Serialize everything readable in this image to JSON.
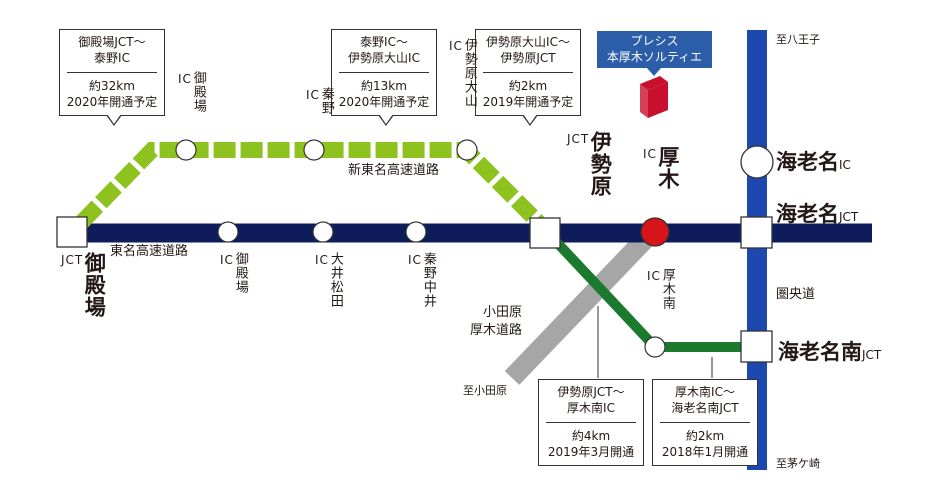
{
  "colors": {
    "tomei": "#0f1c5c",
    "shintomei": "#8dc21f",
    "ken_o_do": "#1c48b0",
    "odawara_atsugi": "#a6a6a6",
    "connector": "#1b7a2e",
    "atsugi_ic": "#d7141a",
    "badge": "#2b5da8",
    "building": "#c8102e"
  },
  "roads": {
    "tomei": "東名高速道路",
    "shintomei": "新東名高速道路",
    "ken_o_do": "圏央道",
    "odawara": [
      "小田原",
      "厚木道路"
    ]
  },
  "directions": {
    "hachioji": "至八王子",
    "chigasaki": "至茅ケ崎",
    "odawara": "至小田原"
  },
  "stations": {
    "gotemba_ic": {
      "name": "御殿場",
      "suffix": "IC"
    },
    "hadano_ic": {
      "name": "秦野",
      "suffix": "IC"
    },
    "isehara_oyama_ic": {
      "name": "伊勢原大山",
      "suffix": "IC"
    },
    "gotemba_jct": {
      "name": "御殿場",
      "suffix": "JCT"
    },
    "gotemba_ic2": {
      "name": "御殿場",
      "suffix": "IC"
    },
    "oimatsuda_ic": {
      "name": "大井松田",
      "suffix": "IC"
    },
    "hadano_nakai_ic": {
      "name": "秦野中井",
      "suffix": "IC"
    },
    "isehara_jct": {
      "name": "伊勢原",
      "suffix": "JCT"
    },
    "atsugi_ic": {
      "name": "厚木",
      "suffix": "IC"
    },
    "atsugi_minami_ic": {
      "name": "厚木南",
      "suffix": "IC"
    },
    "ebina_ic": {
      "name": "海老名",
      "suffix": "IC"
    },
    "ebina_jct": {
      "name": "海老名",
      "suffix": "JCT"
    },
    "ebina_minami_jct": {
      "name": "海老名南",
      "suffix": "JCT"
    }
  },
  "callouts": [
    {
      "section": "御殿場JCT～\n泰野IC",
      "detail": "約32km\n2020年開通予定"
    },
    {
      "section": "泰野IC～\n伊勢原大山IC",
      "detail": "約13km\n2020年開通予定"
    },
    {
      "section": "伊勢原大山IC～\n伊勢原JCT",
      "detail": "約2km\n2019年開通予定"
    },
    {
      "section": "伊勢原JCT～\n厚木南IC",
      "detail": "約4km\n2019年3月開通"
    },
    {
      "section": "厚木南IC～\n海老名南JCT",
      "detail": "約2km\n2018年1月開通"
    }
  ],
  "property": {
    "label": "プレシス\n本厚木ソルティエ",
    "icon": "building-icon"
  }
}
